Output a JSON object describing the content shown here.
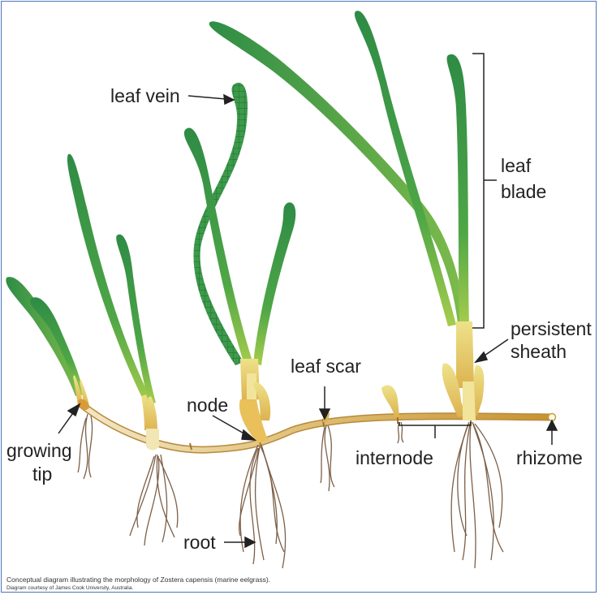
{
  "labels": {
    "leaf_vein": "leaf vein",
    "leaf_blade_1": "leaf",
    "leaf_blade_2": "blade",
    "persistent_sheath_1": "persistent",
    "persistent_sheath_2": "sheath",
    "leaf_scar": "leaf scar",
    "node": "node",
    "growing_tip_1": "growing",
    "growing_tip_2": "tip",
    "internode": "internode",
    "rhizome": "rhizome",
    "root": "root"
  },
  "caption": {
    "line1": "Conceptual diagram illustrating the morphology of Zostera capensis (marine eelgrass).",
    "line2": "Diagram courtesy of James Cook University, Australia."
  },
  "colors": {
    "leaf_dark": "#2e8b45",
    "leaf_light": "#9cc94a",
    "sheath": "#e9d46a",
    "rhizome": "#c99a3c",
    "root": "#8a6a50",
    "frame": "#4f74b8"
  }
}
